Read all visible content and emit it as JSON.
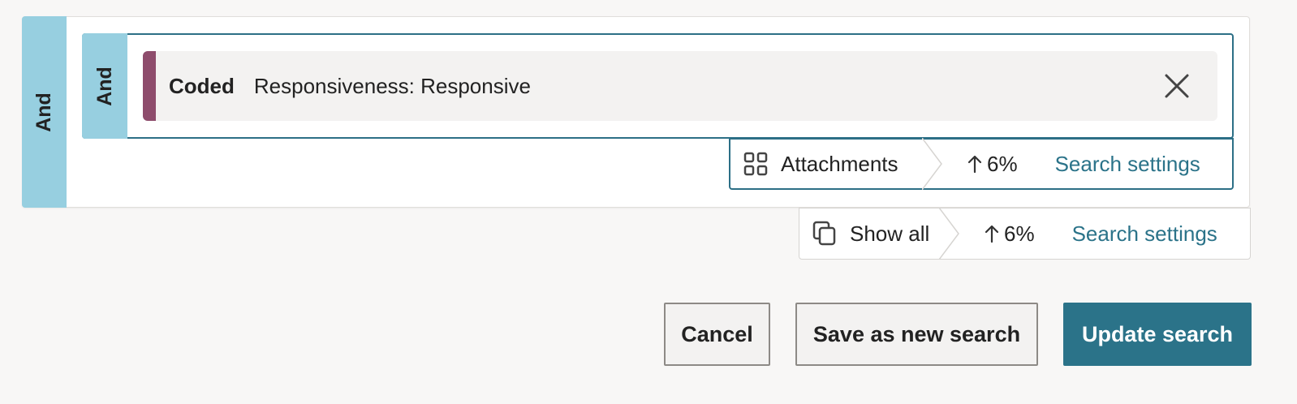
{
  "outer_group": {
    "operator": "And"
  },
  "inner_group": {
    "operator": "And"
  },
  "condition": {
    "field": "Coded",
    "value": "Responsiveness: Responsive",
    "stripe_color": "#8e4c6c",
    "remove_icon": "close-icon"
  },
  "inner_settings": {
    "scope_icon": "grid-icon",
    "scope_label": "Attachments",
    "pct_icon": "arrow-up-icon",
    "pct": "6%",
    "link": "Search settings"
  },
  "outer_settings": {
    "scope_icon": "copy-icon",
    "scope_label": "Show all",
    "pct_icon": "arrow-up-icon",
    "pct": "6%",
    "link": "Search settings"
  },
  "actions": {
    "cancel": "Cancel",
    "save_new": "Save as new search",
    "update": "Update search"
  },
  "colors": {
    "group_bar": "#97cfe0",
    "accent": "#2b7389",
    "background": "#f8f7f6"
  }
}
